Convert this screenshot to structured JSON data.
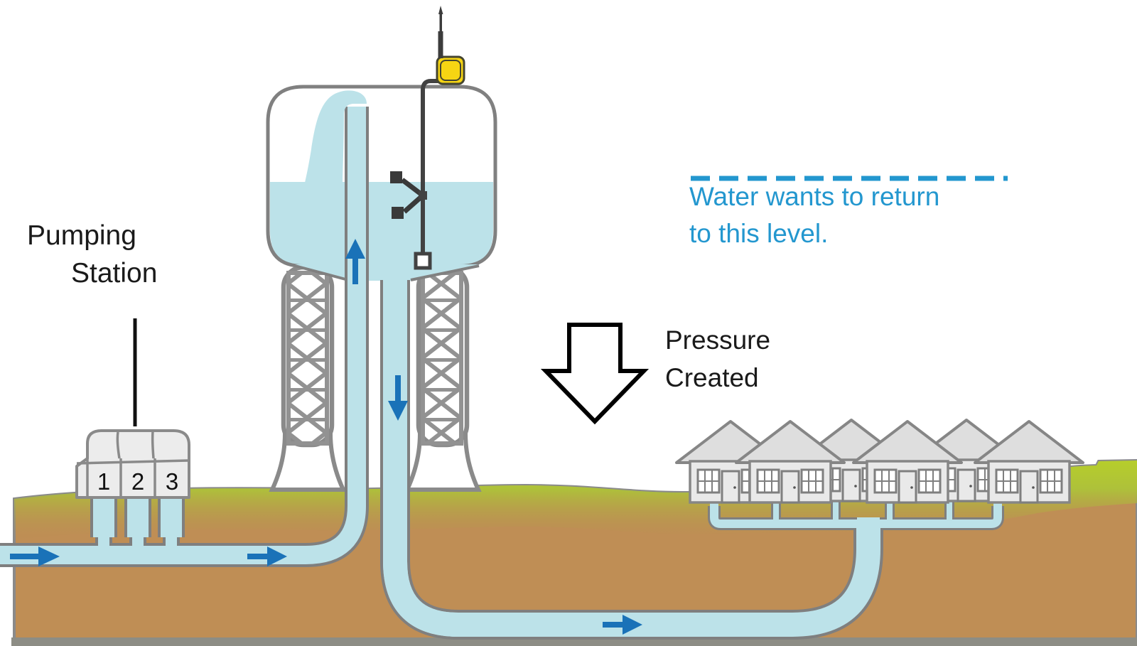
{
  "diagram": {
    "type": "water-distribution-system-schematic",
    "labels": {
      "pumping_station_line1": "Pumping",
      "pumping_station_line2": "Station",
      "pump_bays": [
        "1",
        "2",
        "3"
      ],
      "level_note_line1": "Water wants to return",
      "level_note_line2": "to this level.",
      "pressure_line1": "Pressure",
      "pressure_line2": "Created"
    },
    "icons": {
      "sensor": "telemetry-level-sensor-icon",
      "antenna": "radio-antenna-icon",
      "float": "float-switch-icon",
      "flow_arrows": "flow-direction-arrow-icon",
      "pressure_arrow": "down-block-arrow-icon",
      "level_line": "dashed-water-level-line"
    },
    "colors": {
      "water": "#bce2e9",
      "pipe_outline": "#7f7f7f",
      "structure_gray": "#8a8a8a",
      "lattice_gray": "#929292",
      "grass_green": "#b6ce2b",
      "soil_brown": "#bf8e55",
      "bottom_strip": "#8d8d85",
      "flow_arrow_blue": "#1a72b8",
      "annotation_blue": "#2397cf",
      "sensor_yellow": "#f6d513",
      "device_dark": "#3c3c3c",
      "house_fill": "#e9e9e9",
      "roof_fill": "#dedede",
      "text_black": "#1a1a1a"
    }
  }
}
